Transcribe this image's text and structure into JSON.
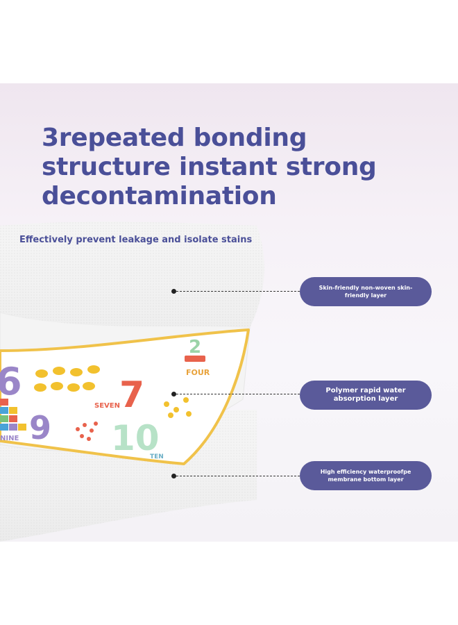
{
  "headline": [
    "3repeated bonding",
    "structure instant strong",
    "decontamination"
  ],
  "subheadline": "Effectively prevent leakage and isolate stains",
  "layers": [
    {
      "label": "Skin-friendly non-woven skin-friendly layer"
    },
    {
      "label": "Polymer rapid water absorption layer"
    },
    {
      "label": "High efficiency waterproofpe membrane bottom layer"
    }
  ],
  "artwork": {
    "printed_words": [
      "FOUR",
      "SEVEN",
      "TEN",
      "NINE"
    ],
    "printed_numbers": [
      "6",
      "7",
      "9",
      "10",
      "2"
    ]
  },
  "colors": {
    "accent": "#4a4f98",
    "pill": "#5a5a9a",
    "trim": "#f0c24a"
  }
}
